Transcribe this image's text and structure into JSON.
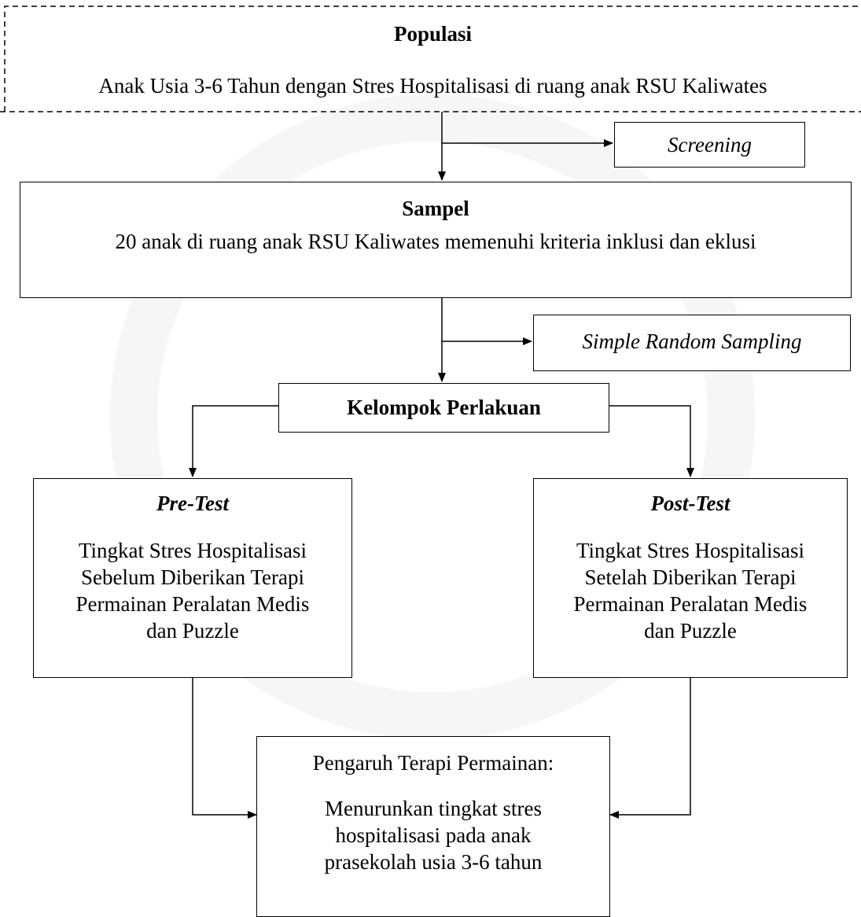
{
  "populasi": {
    "title": "Populasi",
    "text": "Anak Usia 3-6 Tahun dengan Stres Hospitalisasi di ruang anak RSU Kaliwates"
  },
  "screening": {
    "label": "Screening"
  },
  "sampel": {
    "title": "Sampel",
    "text": "20 anak di ruang anak RSU Kaliwates memenuhi kriteria inklusi dan eklusi"
  },
  "sampling": {
    "label": "Simple Random Sampling"
  },
  "kelompok": {
    "label": "Kelompok Perlakuan"
  },
  "pretest": {
    "title": "Pre-Test",
    "lines": [
      "Tingkat Stres Hospitalisasi",
      "Sebelum Diberikan Terapi",
      "Permainan Peralatan Medis",
      "dan Puzzle"
    ]
  },
  "posttest": {
    "title": "Post-Test",
    "lines": [
      "Tingkat Stres Hospitalisasi",
      "Setelah Diberikan Terapi",
      "Permainan Peralatan Medis",
      "dan Puzzle"
    ]
  },
  "pengaruh": {
    "title": "Pengaruh Terapi Permainan:",
    "lines": [
      "Menurunkan tingkat stres",
      "hospitalisasi pada anak",
      "prasekolah usia 3-6 tahun"
    ]
  }
}
